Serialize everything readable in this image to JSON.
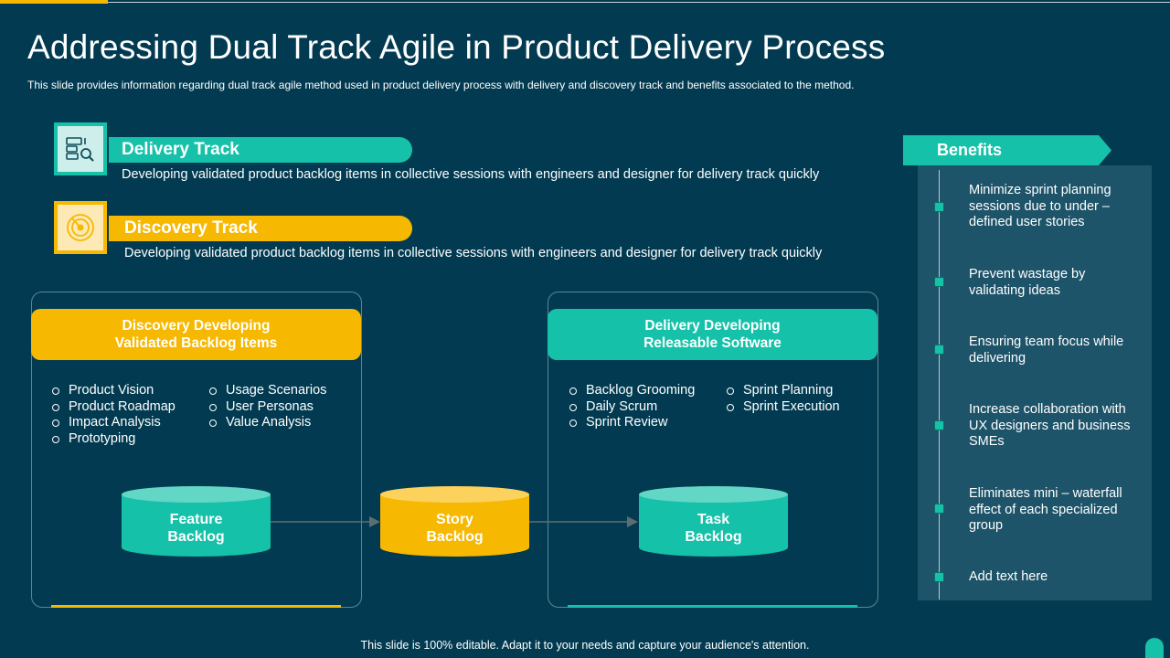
{
  "slide": {
    "title": "Addressing Dual Track Agile in Product Delivery Process",
    "subtitle": "This slide provides information regarding dual track agile method used in product delivery process with delivery and discovery track and benefits associated to the method.",
    "footer": "This slide is 100% editable. Adapt it to your needs and capture your audience's attention."
  },
  "colors": {
    "background": "#023b51",
    "teal": "#16c1a9",
    "yellow": "#f6b800",
    "panel": "#1e5469"
  },
  "tracks": [
    {
      "title": "Delivery Track",
      "description": "Developing validated product backlog items in collective sessions with engineers and designer for delivery track quickly",
      "icon": "backlog-search-icon"
    },
    {
      "title": "Discovery Track",
      "description": "Developing validated product backlog items in collective sessions with engineers and designer for delivery track quickly",
      "icon": "radar-icon"
    }
  ],
  "discovery_panel": {
    "heading_line1": "Discovery Developing",
    "heading_line2": "Validated Backlog Items",
    "col1": [
      "Product Vision",
      "Product Roadmap",
      "Impact Analysis",
      "Prototyping"
    ],
    "col2": [
      "Usage Scenarios",
      "User Personas",
      "Value Analysis"
    ]
  },
  "delivery_panel": {
    "heading_line1": "Delivery Developing",
    "heading_line2": "Releasable Software",
    "col1": [
      "Backlog Grooming",
      "Daily Scrum",
      "Sprint Review"
    ],
    "col2": [
      "Sprint Planning",
      "Sprint Execution"
    ]
  },
  "backlogs": [
    {
      "line1": "Feature",
      "line2": "Backlog"
    },
    {
      "line1": "Story",
      "line2": "Backlog"
    },
    {
      "line1": "Task",
      "line2": "Backlog"
    }
  ],
  "benefits": {
    "title": "Benefits",
    "items": [
      "Minimize sprint planning sessions due to under – defined user stories",
      "Prevent wastage by validating ideas",
      "Ensuring team focus while delivering",
      "Increase collaboration with UX designers and business SMEs",
      "Eliminates mini – waterfall effect of each specialized group",
      "Add text here"
    ]
  }
}
